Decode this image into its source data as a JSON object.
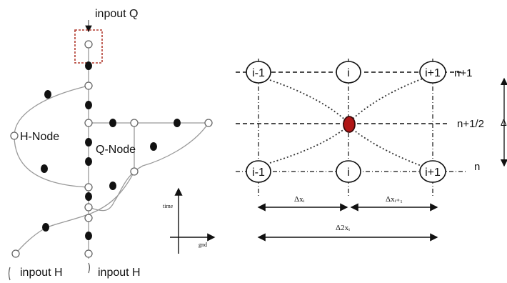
{
  "network": {
    "top_label": "inpout Q",
    "h_node_label": "H-Node",
    "q_node_label": "Q-Node",
    "bottom_left_label": "inpout H",
    "bottom_right_label": "inpout H",
    "axes": {
      "y_label": "time",
      "x_label": "gnd"
    }
  },
  "stencil": {
    "top_row": [
      "i-1",
      "i",
      "i+1"
    ],
    "bottom_row": [
      "i-1",
      "i",
      "i+1"
    ],
    "levels": {
      "top": "n+1",
      "middle": "n+1/2",
      "bottom": "n"
    },
    "spacing": {
      "left": "Δxᵢ",
      "right": "Δxᵢ₊₁",
      "total": "Δ2xᵢ"
    },
    "side_mark": "Δ",
    "colors": {
      "center_point": "#b01515",
      "dashed_box": "#b03a2e"
    }
  }
}
